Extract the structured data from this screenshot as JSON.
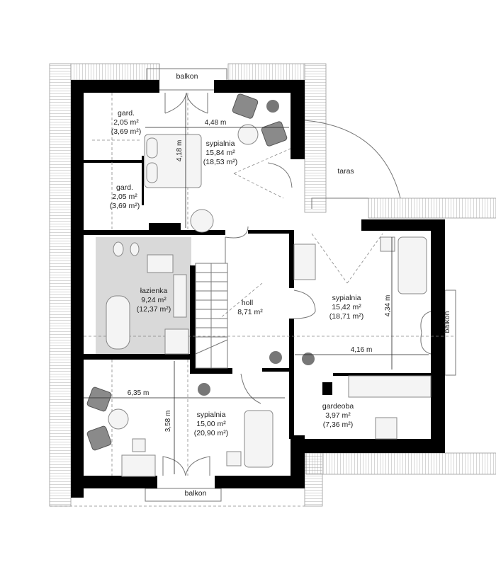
{
  "rooms": {
    "bedroom_top": {
      "name": "sypialnia",
      "area": "15,84 m²",
      "area_total": "(18,53 m²)"
    },
    "wardrobe_1": {
      "name": "gard.",
      "area": "2,05 m²",
      "area_total": "(3,69 m²)"
    },
    "wardrobe_2": {
      "name": "gard.",
      "area": "2,05 m²",
      "area_total": "(3,69 m²)"
    },
    "bathroom": {
      "name": "łazienka",
      "area": "9,24 m²",
      "area_total": "(12,37 m²)"
    },
    "hall": {
      "name": "holl",
      "area": "8,71 m²"
    },
    "bedroom_right": {
      "name": "sypialnia",
      "area": "15,42 m²",
      "area_total": "(18,71 m²)"
    },
    "bedroom_bottom": {
      "name": "sypialnia",
      "area": "15,00 m²",
      "area_total": "(20,90 m²)"
    },
    "dressing": {
      "name": "gardeoba",
      "area": "3,97 m²",
      "area_total": "(7,36 m²)"
    },
    "terrace": {
      "name": "taras"
    },
    "balcony_top": {
      "name": "balkon"
    },
    "balcony_right": {
      "name": "balkon"
    },
    "balcony_bottom": {
      "name": "balkon"
    }
  },
  "dimensions": {
    "top_width": "4,48 m",
    "top_height": "4,18 m",
    "right_height": "4,34 m",
    "right_width": "4,16 m",
    "bottom_width": "6,35 m",
    "bottom_height": "3,58 m"
  },
  "colors": {
    "wall": "#000000",
    "bathroom_floor": "#d9d9d9",
    "furniture": "#8a8a8a"
  }
}
